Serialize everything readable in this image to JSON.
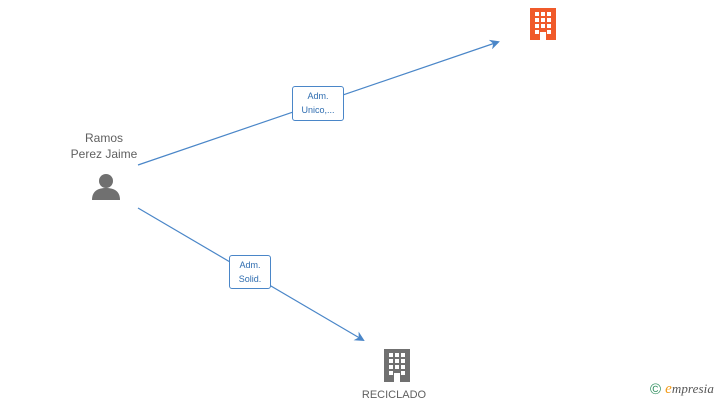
{
  "diagram": {
    "person": {
      "name_line1": "Ramos",
      "name_line2": "Perez Jaime",
      "icon": "person-icon",
      "color": "#707070"
    },
    "companies": [
      {
        "label": "",
        "icon": "building-icon",
        "color": "#f05a2a"
      },
      {
        "label": "RECICLADO",
        "icon": "building-icon",
        "color": "#707070"
      }
    ],
    "relations": [
      {
        "label_line1": "Adm.",
        "label_line2": "Unico,..."
      },
      {
        "label_line1": "Adm.",
        "label_line2": "Solid."
      }
    ],
    "edge_color": "#4a86c8"
  },
  "watermark": {
    "symbol": "©",
    "brand_initial": "e",
    "brand_rest": "mpresia",
    "icon": "copyright-icon"
  }
}
